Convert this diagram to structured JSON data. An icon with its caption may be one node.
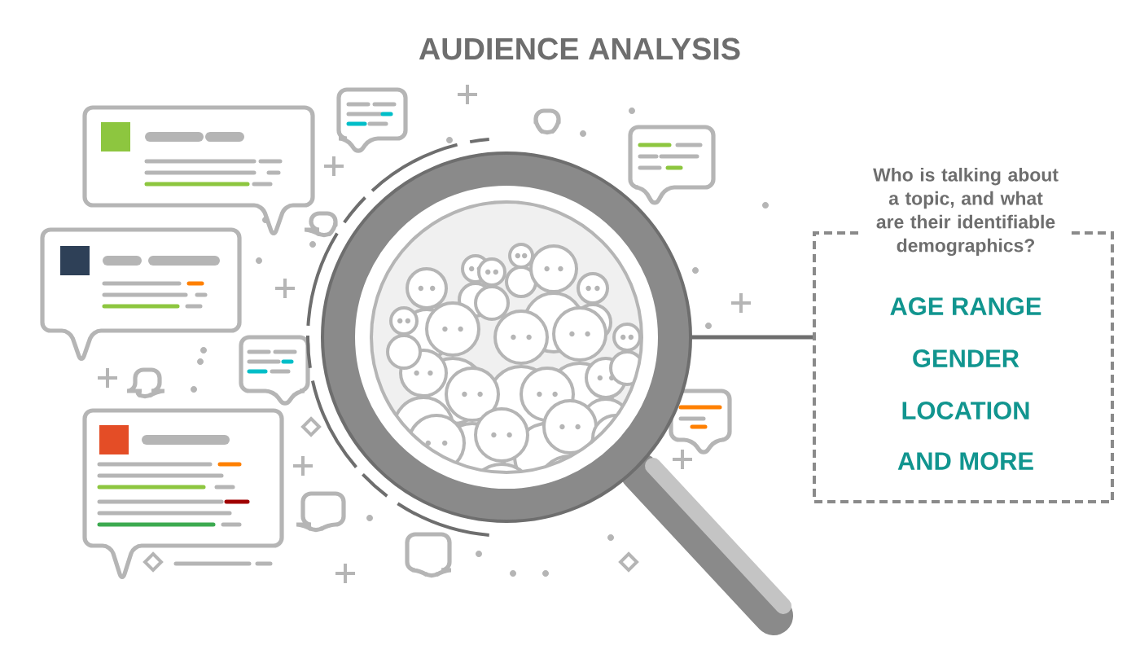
{
  "diagram": {
    "title": "AUDIENCE ANALYSIS",
    "nodes": [
      {
        "text": [],
        "shape": "picture"
      },
      {
        "text": [
          "Who is talking about a topic, and what are their identifiable demographics?",
          "AGE RANGE",
          "GENDER",
          "LOCATION",
          "AND MORE"
        ]
      }
    ],
    "edges": [
      {
        "from": 0,
        "to": 1,
        "arrow": "none"
      }
    ]
  }
}
